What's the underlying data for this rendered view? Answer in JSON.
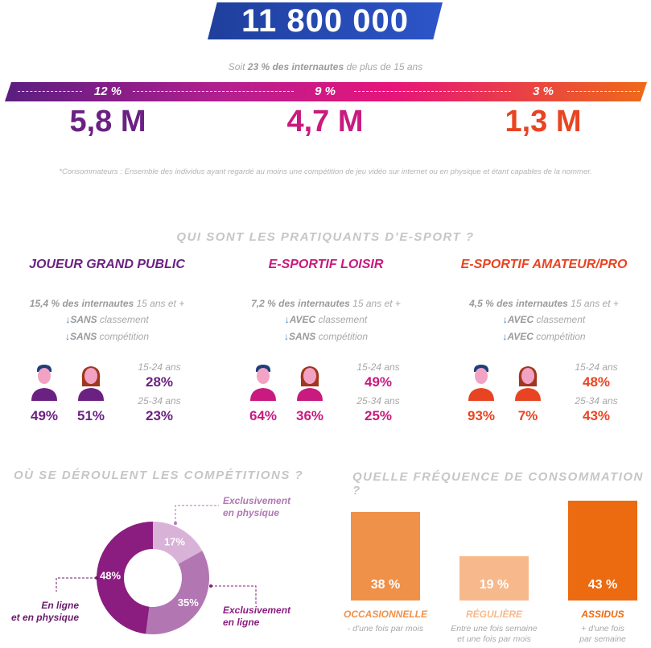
{
  "header": {
    "total": "11 800 000",
    "subtitle_prefix": "Soit ",
    "subtitle_bold": "23 % des internautes",
    "subtitle_suffix": " de plus de 15 ans",
    "footnote": "*Consommateurs : Ensemble des individus ayant regardé au moins une compétition de jeu vidéo sur internet ou en physique et étant capables de la nommer."
  },
  "segments": [
    {
      "pct": "12 %",
      "value": "5,8 M",
      "color": "#6b2182"
    },
    {
      "pct": "9 %",
      "value": "4,7 M",
      "color": "#c81a7f"
    },
    {
      "pct": "3 %",
      "value": "1,3 M",
      "color": "#e94422"
    }
  ],
  "profiles": {
    "title": "QUI SONT LES PRATIQUANTS D’E-SPORT ?",
    "columns": [
      {
        "title": "JOUEUR GRAND PUBLIC",
        "color": "#6b2182",
        "desc_bold": "15,4 % des internautes",
        "desc_rest": " 15 ans et +",
        "line1_bold": "SANS",
        "line1_rest": " classement",
        "line2_bold": "SANS",
        "line2_rest": " compétition",
        "male": "49%",
        "female": "51%",
        "age1_label": "15-24 ans",
        "age1_val": "28%",
        "age2_label": "25-34 ans",
        "age2_val": "23%"
      },
      {
        "title": "E-SPORTIF LOISIR",
        "color": "#c81a7f",
        "desc_bold": "7,2 % des internautes",
        "desc_rest": " 15 ans et +",
        "line1_bold": "AVEC",
        "line1_rest": " classement",
        "line2_bold": "SANS",
        "line2_rest": " compétition",
        "male": "64%",
        "female": "36%",
        "age1_label": "15-24 ans",
        "age1_val": "49%",
        "age2_label": "25-34 ans",
        "age2_val": "25%"
      },
      {
        "title": "E-SPORTIF AMATEUR/PRO",
        "color": "#e94422",
        "desc_bold": "4,5 % des internautes",
        "desc_rest": " 15 ans et +",
        "line1_bold": "AVEC",
        "line1_rest": " classement",
        "line2_bold": "AVEC",
        "line2_rest": " compétition",
        "male": "93%",
        "female": "7%",
        "age1_label": "15-24 ans",
        "age1_val": "48%",
        "age2_label": "25-34 ans",
        "age2_val": "43%"
      }
    ]
  },
  "chart_data": [
    {
      "type": "pie",
      "title": "OÙ SE DÉROULENT LES COMPÉTITIONS ?",
      "categories": [
        "Exclusivement en physique",
        "Exclusivement en ligne",
        "En ligne et en physique"
      ],
      "values": [
        17,
        35,
        48
      ],
      "value_labels": [
        "17%",
        "35%",
        "48%"
      ],
      "label_lines": [
        [
          "Exclusivement",
          "en physique"
        ],
        [
          "Exclusivement",
          "en ligne"
        ],
        [
          "En ligne",
          "et en physique"
        ]
      ],
      "colors": [
        "#d9b2d8",
        "#b277b3",
        "#8a1d7f"
      ],
      "label_colors": [
        "#b277b3",
        "#8a1d7f",
        "#6b1a6e"
      ]
    },
    {
      "type": "bar",
      "title": "QUELLE FRÉQUENCE DE CONSOMMATION ?",
      "categories": [
        "OCCASIONNELLE",
        "RÉGULIÈRE",
        "ASSIDUS"
      ],
      "values": [
        38,
        19,
        43
      ],
      "value_labels": [
        "38 %",
        "19 %",
        "43 %"
      ],
      "descriptions": [
        [
          "- d'une fois par mois"
        ],
        [
          "Entre une fois semaine",
          "et une fois par mois"
        ],
        [
          "+ d'une fois",
          "par semaine"
        ]
      ],
      "colors": [
        "#f0914a",
        "#f7b98b",
        "#ec6a10"
      ],
      "ylim": [
        0,
        43
      ]
    }
  ]
}
